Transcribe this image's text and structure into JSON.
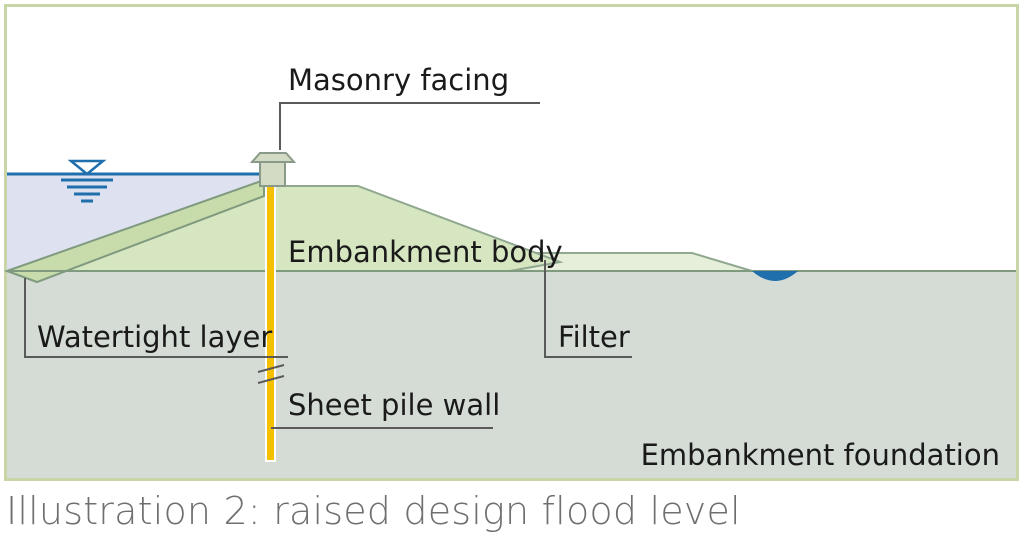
{
  "labels": {
    "masonry_facing": "Masonry facing",
    "embankment_body": "Embankment body",
    "watertight_layer": "Watertight layer",
    "filter": "Filter",
    "sheet_pile_wall": "Sheet pile wall",
    "embankment_foundation": "Embankment foundation"
  },
  "caption": "Illustration 2: raised design flood level",
  "colors": {
    "frame": "#c8d6a6",
    "water": "#dee1f0",
    "water_line": "#1f6fad",
    "foundation": "#d5dcd5",
    "embankment_body": "#d6e6c0",
    "watertight_layer": "#c7dbab",
    "filter": "#e6efd9",
    "outline": "#7f9a7f",
    "sheet_pile": "#f5c000",
    "leader_line": "#5a5a5a"
  },
  "icons": [
    "water-level-symbol"
  ]
}
